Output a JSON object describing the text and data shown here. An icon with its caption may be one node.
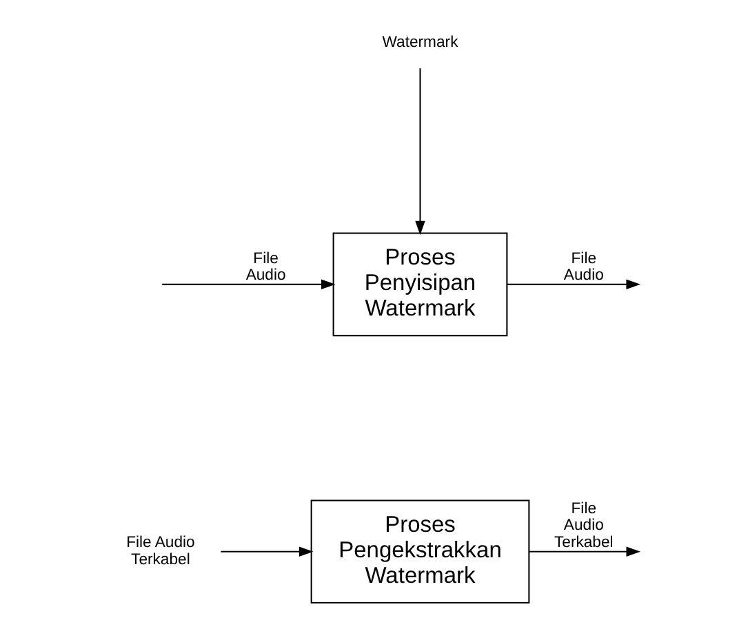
{
  "diagram": {
    "nodes": [
      {
        "text": [
          "Watermark"
        ]
      },
      {
        "text": [
          "Proses Penyisipan Watermark"
        ]
      },
      {
        "text": [
          "File Audio Terkabel"
        ]
      },
      {
        "text": [
          "Proses Pengekstrakkan Watermark"
        ]
      }
    ],
    "edges": [
      {
        "from": 0,
        "to": 1,
        "arrow": "to"
      },
      {
        "from": null,
        "to": 1,
        "arrow": "to",
        "label": "File Audio"
      },
      {
        "from": 1,
        "to": null,
        "arrow": "to",
        "label": "File Audio"
      },
      {
        "from": 2,
        "to": 3,
        "arrow": "to"
      },
      {
        "from": 3,
        "to": null,
        "arrow": "to",
        "label": "File Audio Terkabel"
      }
    ]
  }
}
